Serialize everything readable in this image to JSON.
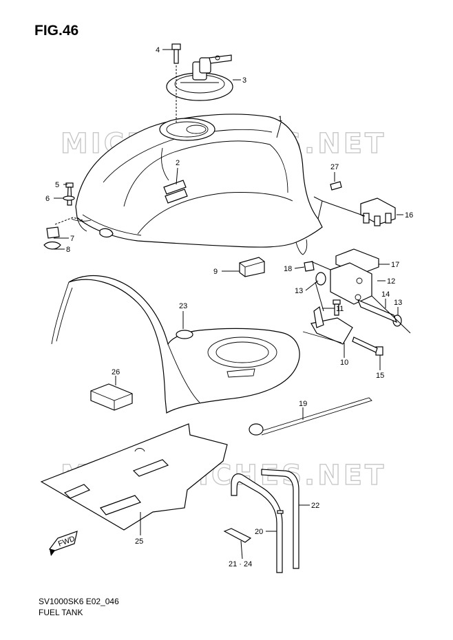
{
  "figure": {
    "title": "FIG.46"
  },
  "watermark": {
    "text": "MICROFICHES.NET"
  },
  "footer": {
    "code": "SV1000SK6 E02_046",
    "name": "FUEL TANK"
  },
  "fwd_label": "FWD",
  "callouts": [
    {
      "id": "c1",
      "label": "1"
    },
    {
      "id": "c2",
      "label": "2"
    },
    {
      "id": "c3",
      "label": "3"
    },
    {
      "id": "c4",
      "label": "4"
    },
    {
      "id": "c5",
      "label": "5"
    },
    {
      "id": "c6",
      "label": "6"
    },
    {
      "id": "c7",
      "label": "7"
    },
    {
      "id": "c8",
      "label": "8"
    },
    {
      "id": "c9",
      "label": "9"
    },
    {
      "id": "c10",
      "label": "10"
    },
    {
      "id": "c11",
      "label": "11"
    },
    {
      "id": "c12",
      "label": "12"
    },
    {
      "id": "c13a",
      "label": "13"
    },
    {
      "id": "c13b",
      "label": "13"
    },
    {
      "id": "c14",
      "label": "14"
    },
    {
      "id": "c15",
      "label": "15"
    },
    {
      "id": "c16",
      "label": "16"
    },
    {
      "id": "c17",
      "label": "17"
    },
    {
      "id": "c18",
      "label": "18"
    },
    {
      "id": "c19",
      "label": "19"
    },
    {
      "id": "c20",
      "label": "20"
    },
    {
      "id": "c2124",
      "label": "21 · 24"
    },
    {
      "id": "c22",
      "label": "22"
    },
    {
      "id": "c23",
      "label": "23"
    },
    {
      "id": "c25",
      "label": "25"
    },
    {
      "id": "c26",
      "label": "26"
    },
    {
      "id": "c27",
      "label": "27"
    }
  ]
}
